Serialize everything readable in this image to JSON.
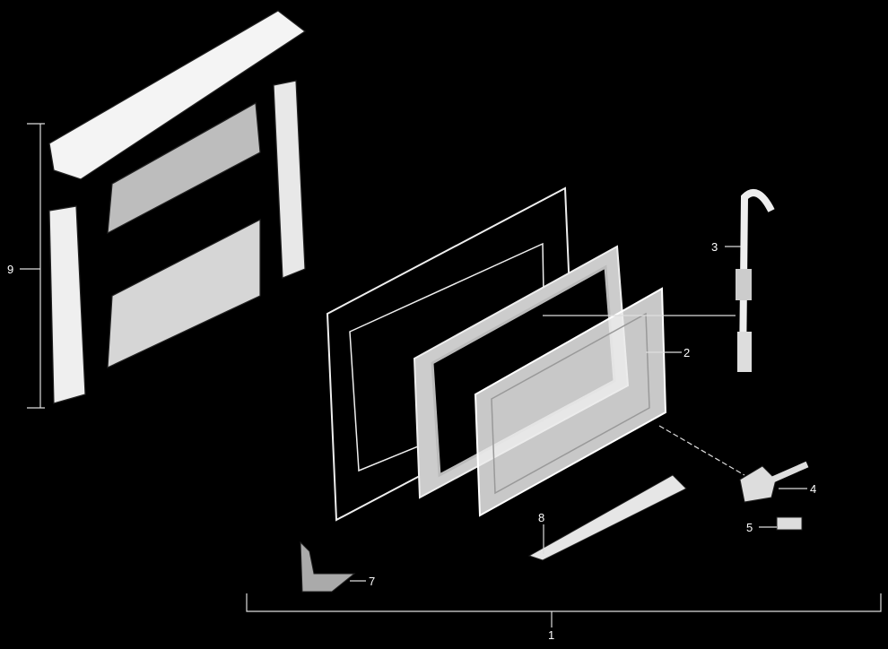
{
  "labels": {
    "frame_assembly": "1",
    "glass_pane": "2",
    "stay_arm": "3",
    "hinge": "4",
    "catch": "5",
    "sill_strip": "8",
    "corner_bracket": "7",
    "blind_assembly": "9"
  },
  "colors": {
    "background": "#000000",
    "parts": "#f2f2f2",
    "lines": "#dddddd"
  }
}
